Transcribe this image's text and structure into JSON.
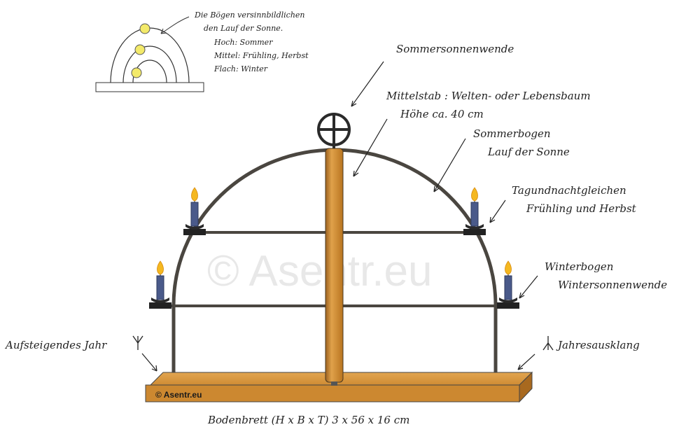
{
  "watermark": "© Asentr.eu",
  "board_brand": "© Asentr.eu",
  "legend": {
    "line1": "Die Bögen versinnbildlichen",
    "line2": "den Lauf der Sonne.",
    "line3": "Hoch: Sommer",
    "line4": "Mittel: Frühling, Herbst",
    "line5": "Flach: Winter"
  },
  "labels": {
    "sommersonnenwende": "Sommersonnenwende",
    "mittelstab": "Mittelstab : Welten- oder Lebensbaum",
    "hoehe": "Höhe ca. 40 cm",
    "sommerbogen": "Sommerbogen",
    "lauf": "Lauf der Sonne",
    "tagundnacht": "Tagundnachtgleichen",
    "fruehling": "Frühling und Herbst",
    "winterbogen": "Winterbogen",
    "wintersonnenwende": "Wintersonnenwende",
    "aufsteigendes_jahr": "Aufsteigendes Jahr",
    "jahresausklang": "Jahresausklang",
    "bodenbrett": "Bodenbrett (H x B x T) 3 x 56 x 16 cm"
  },
  "colors": {
    "wood": "#c8862e",
    "arch": "#4a4640",
    "candle": "#4a5a8a",
    "flame": "#f5b820",
    "sun": "#f3ea6a"
  }
}
